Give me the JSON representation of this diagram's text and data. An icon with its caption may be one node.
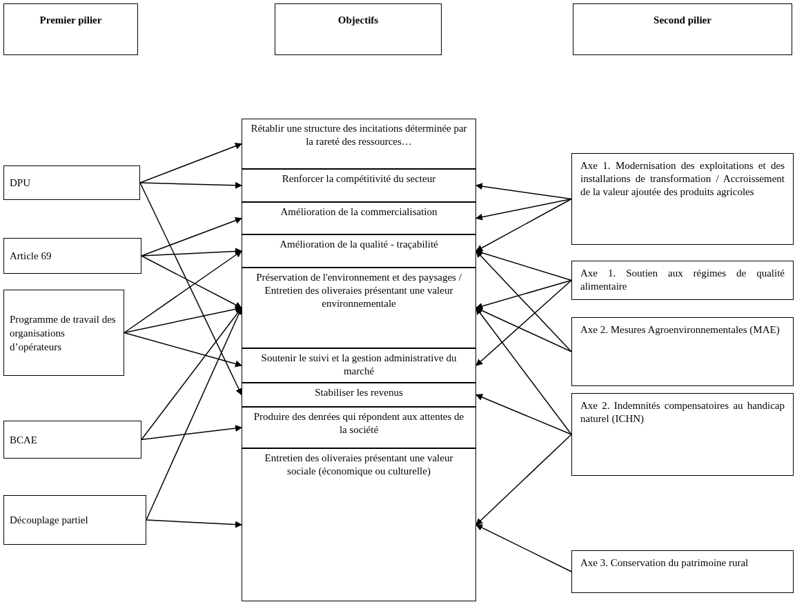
{
  "diagram": {
    "nodes": [
      {
        "text": [
          "Premier pilier"
        ]
      },
      {
        "text": [
          "Objectifs"
        ]
      },
      {
        "text": [
          "Second pilier"
        ]
      },
      {
        "text": [
          "DPU"
        ]
      },
      {
        "text": [
          "Article 69"
        ]
      },
      {
        "text": [
          "Programme de travail des organisations d’opérateurs"
        ]
      },
      {
        "text": [
          "BCAE"
        ]
      },
      {
        "text": [
          "Découplage partiel"
        ]
      },
      {
        "text": [
          "Rétablir une structure des incitations déterminée par la rareté des ressources…"
        ]
      },
      {
        "text": [
          "Renforcer la compétitivité du secteur"
        ]
      },
      {
        "text": [
          "Amélioration de la commercialisation"
        ]
      },
      {
        "text": [
          "Amélioration de la qualité - traçabilité"
        ]
      },
      {
        "text": [
          "Préservation de l'environnement et des paysages / Entretien des oliveraies présentant une valeur environnementale"
        ]
      },
      {
        "text": [
          "Soutenir le suivi et la gestion administrative du marché"
        ]
      },
      {
        "text": [
          "Stabiliser les revenus"
        ]
      },
      {
        "text": [
          "Produire des denrées qui répondent aux attentes de la société"
        ]
      },
      {
        "text": [
          "Entretien des oliveraies présentant une valeur sociale (économique ou culturelle)"
        ]
      },
      {
        "text": [
          "Axe 1. Modernisation des exploitations et des installations de transformation / Accroissement de la valeur ajoutée des produits agricoles"
        ]
      },
      {
        "text": [
          "Axe 1. Soutien aux régimes de qualité alimentaire"
        ]
      },
      {
        "text": [
          "Axe 2. Mesures Agroenvironnementales (MAE)"
        ]
      },
      {
        "text": [
          "Axe 2. Indemnités compensatoires au handicap naturel (ICHN)"
        ]
      },
      {
        "text": [
          "Axe 3. Conservation du patrimoine rural"
        ]
      }
    ],
    "edges": [
      {
        "from": 3,
        "to": 8,
        "arrow": "to"
      },
      {
        "from": 3,
        "to": 9,
        "arrow": "to"
      },
      {
        "from": 3,
        "to": 14,
        "arrow": "to"
      },
      {
        "from": 4,
        "to": 10,
        "arrow": "to"
      },
      {
        "from": 4,
        "to": 11,
        "arrow": "to"
      },
      {
        "from": 4,
        "to": 12,
        "arrow": "to"
      },
      {
        "from": 5,
        "to": 11,
        "arrow": "to"
      },
      {
        "from": 5,
        "to": 12,
        "arrow": "to"
      },
      {
        "from": 5,
        "to": 13,
        "arrow": "to"
      },
      {
        "from": 6,
        "to": 12,
        "arrow": "to"
      },
      {
        "from": 6,
        "to": 15,
        "arrow": "to"
      },
      {
        "from": 7,
        "to": 12,
        "arrow": "to"
      },
      {
        "from": 7,
        "to": 16,
        "arrow": "to"
      },
      {
        "from": 17,
        "to": 9,
        "arrow": "to"
      },
      {
        "from": 17,
        "to": 10,
        "arrow": "to"
      },
      {
        "from": 17,
        "to": 11,
        "arrow": "to"
      },
      {
        "from": 18,
        "to": 11,
        "arrow": "to"
      },
      {
        "from": 18,
        "to": 12,
        "arrow": "to"
      },
      {
        "from": 18,
        "to": 13,
        "arrow": "to"
      },
      {
        "from": 19,
        "to": 11,
        "arrow": "to"
      },
      {
        "from": 19,
        "to": 12,
        "arrow": "to"
      },
      {
        "from": 20,
        "to": 12,
        "arrow": "to"
      },
      {
        "from": 20,
        "to": 14,
        "arrow": "to"
      },
      {
        "from": 20,
        "to": 16,
        "arrow": "to"
      },
      {
        "from": 21,
        "to": 16,
        "arrow": "to"
      }
    ]
  }
}
